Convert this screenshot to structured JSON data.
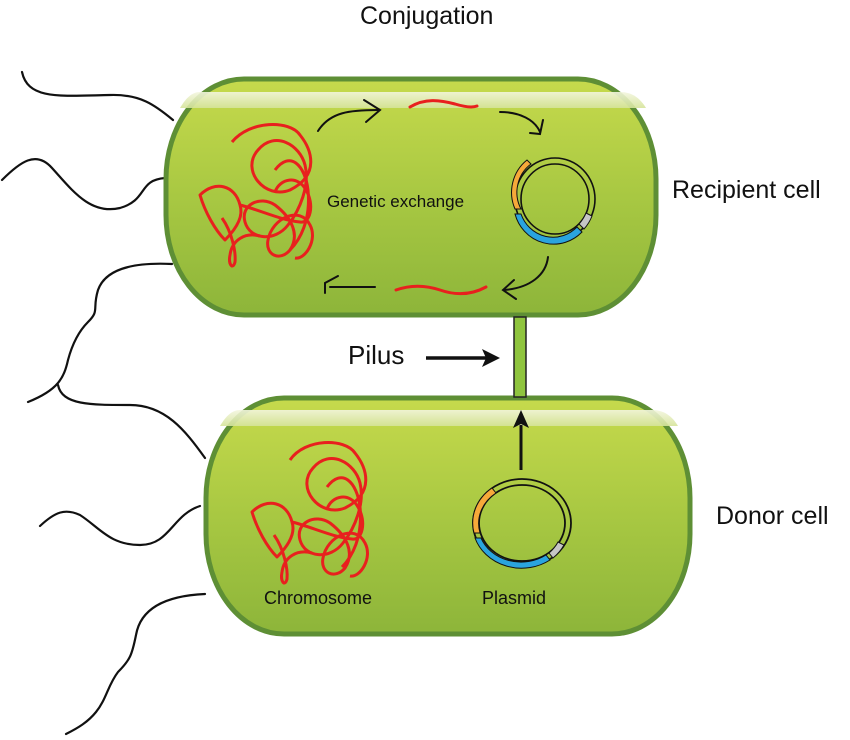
{
  "title": "Conjugation",
  "labels": {
    "recipient_cell": "Recipient cell",
    "donor_cell": "Donor cell",
    "pilus": "Pilus",
    "genetic_exchange": "Genetic exchange",
    "chromosome": "Chromosome",
    "plasmid": "Plasmid"
  },
  "colors": {
    "cell_fill_top": "#c3d84a",
    "cell_fill_bottom": "#8fb83a",
    "cell_outline": "#5e8f35",
    "cell_highlight": "#eef3d6",
    "dna": "#e8201e",
    "plasmid_orange": "#f6a93a",
    "plasmid_blue": "#2aa4de",
    "plasmid_gray": "#c6c6c6",
    "flagella": "#111111"
  }
}
